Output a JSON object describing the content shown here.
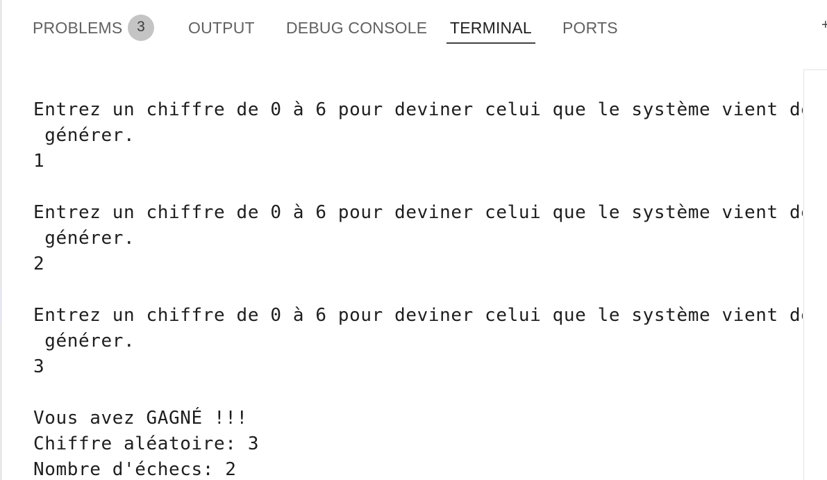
{
  "panel": {
    "tabs": [
      {
        "label": "PROBLEMS",
        "active": false
      },
      {
        "label": "OUTPUT",
        "active": false
      },
      {
        "label": "DEBUG CONSOLE",
        "active": false
      },
      {
        "label": "TERMINAL",
        "active": true
      },
      {
        "label": "PORTS",
        "active": false
      }
    ],
    "problems_count": "3",
    "action_glyph": "+"
  },
  "terminal": {
    "lines": [
      "Entrez un chiffre de 0 à 6 pour deviner celui que le système vient de",
      " générer.",
      "1",
      "",
      "Entrez un chiffre de 0 à 6 pour deviner celui que le système vient de",
      " générer.",
      "2",
      "",
      "Entrez un chiffre de 0 à 6 pour deviner celui que le système vient de",
      " générer.",
      "3",
      "",
      "Vous avez GAGNÉ !!!",
      "Chiffre aléatoire: 3",
      "Nombre d'échecs: 2"
    ]
  },
  "colors": {
    "active_underline": "#424242",
    "badge_background": "#c4c4c4",
    "inactive_tab": "#616161",
    "terminal_text": "#1e1e1e"
  }
}
